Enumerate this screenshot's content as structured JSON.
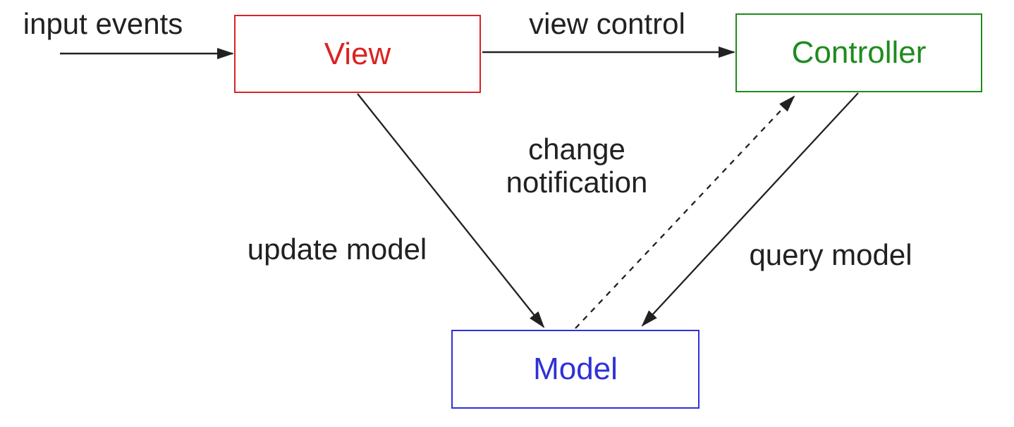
{
  "diagram": {
    "type": "flow-diagram",
    "background": "#ffffff",
    "nodes": {
      "view": {
        "label": "View",
        "color": "#db2323",
        "border_color": "#db2323"
      },
      "controller": {
        "label": "Controller",
        "color": "#1e8b1e",
        "border_color": "#1e8b1e"
      },
      "model": {
        "label": "Model",
        "color": "#3030d8",
        "border_color": "#3030d8"
      }
    },
    "edges": {
      "input_events": {
        "label": "input events",
        "from": "external",
        "to": "view",
        "style": "solid",
        "color": "#212121"
      },
      "view_control": {
        "label": "view control",
        "from": "view",
        "to": "controller",
        "style": "solid",
        "color": "#212121"
      },
      "update_model": {
        "label": "update model",
        "from": "view",
        "to": "model",
        "style": "solid",
        "color": "#212121"
      },
      "change_notification": {
        "label_line1": "change",
        "label_line2": "notification",
        "from": "model",
        "to": "controller",
        "style": "dashed",
        "color": "#212121"
      },
      "query_model": {
        "label": "query model",
        "from": "controller",
        "to": "model",
        "style": "solid",
        "color": "#212121"
      }
    }
  }
}
